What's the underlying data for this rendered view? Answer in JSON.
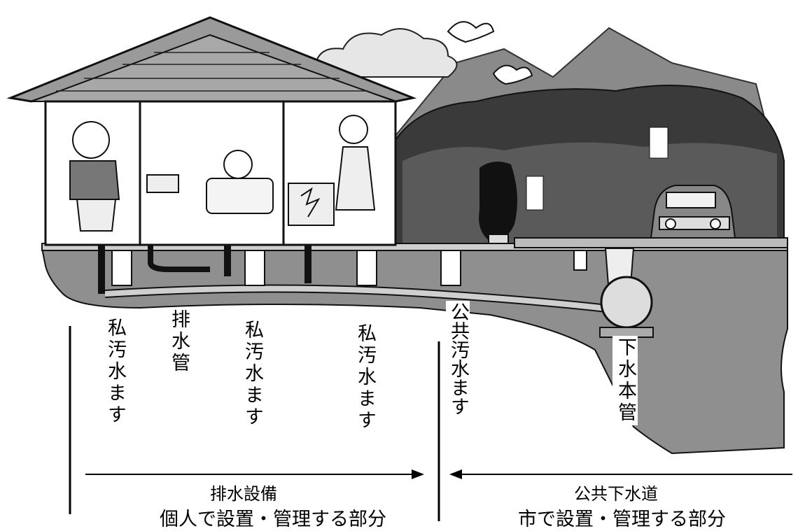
{
  "labels": {
    "private_masu_1": "私汚水ます",
    "drain_pipe": "排水管",
    "private_masu_2": "私汚水ます",
    "private_masu_3": "私汚水ます",
    "public_masu": "公共汚水ます",
    "sewer_main": "下水本管"
  },
  "sections": {
    "private": {
      "name": "排水設備",
      "description": "個人で設置・管理する部分"
    },
    "public": {
      "name": "公共下水道",
      "description": "市で設置・管理する部分"
    }
  },
  "colors": {
    "ground": "#8f8f8f",
    "roof": "#9a9a9a",
    "hill": "#3f3f3f",
    "cloud": "#dcdcdc",
    "wall": "#cfcfcf"
  }
}
